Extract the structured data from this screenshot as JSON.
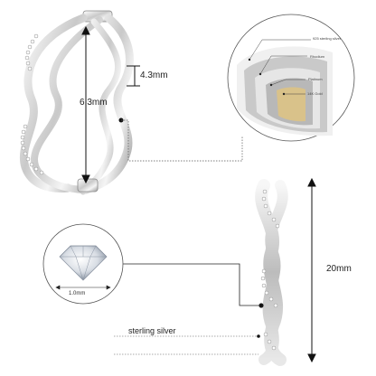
{
  "dimensions": {
    "width_label": "4.3mm",
    "height_label": "6.3mm",
    "length_label": "20mm",
    "stone_label": "1.0mm"
  },
  "material_label": "sterling silver",
  "layers": [
    "925 sterling silver",
    "Rhodium",
    "Platinum",
    "14K Gold"
  ],
  "colors": {
    "silver_light": "#f2f2f2",
    "silver_mid": "#c8c8c8",
    "silver_dark": "#8a8a8a",
    "gold": "#d9c28a",
    "line": "#222222"
  }
}
